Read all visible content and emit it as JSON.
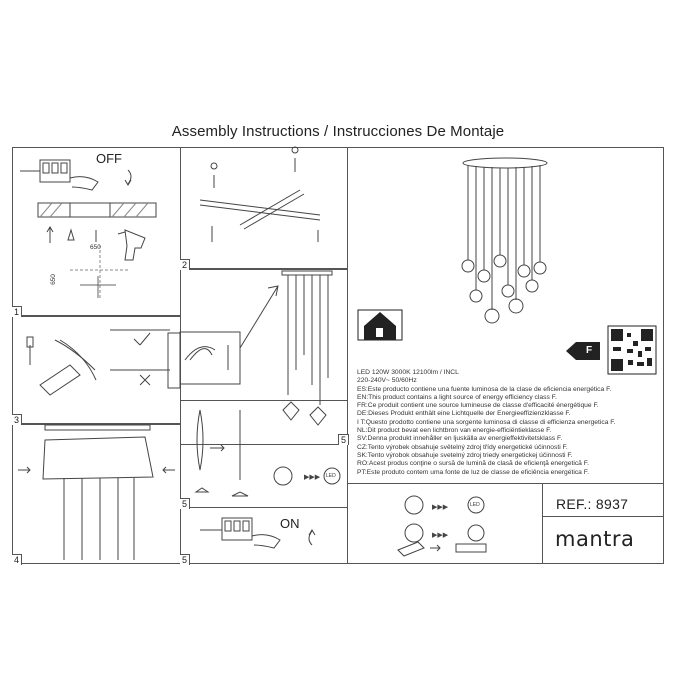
{
  "header": {
    "title": "Assembly Instructions / Instrucciones De Montaje"
  },
  "steps": {
    "off_label": "OFF",
    "on_label": "ON",
    "dim_horizontal": "650",
    "dim_vertical": "650",
    "panel_numbers": [
      "1",
      "2",
      "3",
      "4",
      "5",
      "5",
      "5"
    ]
  },
  "energy": {
    "class_badge": "F",
    "line1": "LED 120W  3000K  12100lm / INCL",
    "line2": "220-240V~  50/60Hz",
    "languages": [
      "ES:Este producto contiene una fuente luminosa de la clase de eficiencia energética F.",
      "EN:This product contains a light source of energy efficiency class F.",
      "FR:Ce produit contient une source lumineuse de classe d'efficacité énergétique F.",
      "DE:Dieses Produkt enthält eine Lichtquelle der Energieeffizienzklasse F.",
      "I T:Questo prodotto contiene una sorgente luminosa di classe di efficienza energetica F.",
      "NL:Dit product bevat een lichtbron van energie-efficiëntieklasse F.",
      "SV:Denna produkt innehåller en ljuskälla av energieffektivitetsklass F.",
      "CZ:Tento výrobek obsahuje světelný zdroj třídy energetické účinnosti F.",
      "SK:Tento výrobok obsahuje svetelný zdroj triedy energetickej účinnosti F.",
      "RO:Acest produs conţine o sursă de lumină de clasă de eficienţă energetică F.",
      "PT:Este produto contem uma fonte de luz de classe de eficiência energética F."
    ]
  },
  "led_label": "LED",
  "reference": {
    "label": "REF.: 8937"
  },
  "brand": {
    "name": "mantra"
  },
  "icons": [
    "electric-panel-icon",
    "drill-icon",
    "screwdriver-icon",
    "bulb-icon",
    "led-icon",
    "recycle-icon",
    "qr-code-icon",
    "house-icon"
  ]
}
